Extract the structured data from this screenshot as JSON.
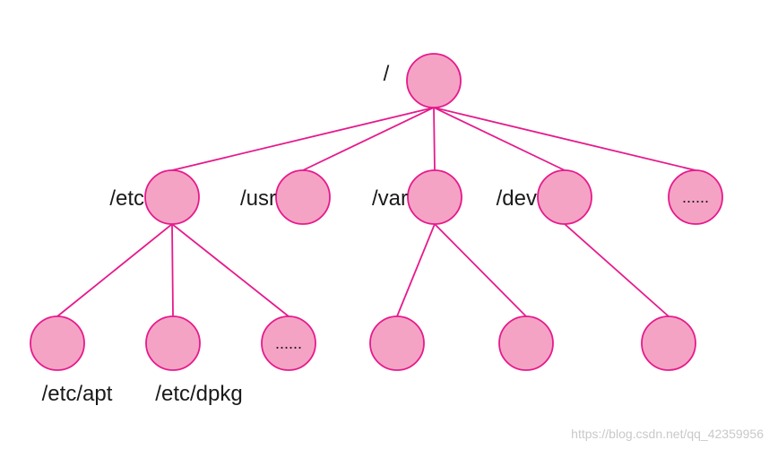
{
  "colors": {
    "node_fill": "#f4a3c5",
    "node_stroke": "#e61a8c",
    "edge": "#e61a8c",
    "text": "#1a1a1a",
    "watermark": "#c9c9c9"
  },
  "nodes": [
    {
      "id": "root",
      "label": "/"
    },
    {
      "id": "etc",
      "label": "/etc",
      "parent": "root"
    },
    {
      "id": "usr",
      "label": "/usr",
      "parent": "root"
    },
    {
      "id": "var",
      "label": "/var",
      "parent": "root"
    },
    {
      "id": "dev",
      "label": "/dev",
      "parent": "root"
    },
    {
      "id": "more1",
      "inner": "......",
      "parent": "root"
    },
    {
      "id": "apt",
      "label": "/etc/apt",
      "parent": "etc"
    },
    {
      "id": "dpkg",
      "label": "/etc/dpkg",
      "parent": "etc"
    },
    {
      "id": "more2",
      "inner": "......",
      "parent": "etc"
    },
    {
      "id": "var_c1",
      "parent": "var"
    },
    {
      "id": "var_c2",
      "parent": "var"
    },
    {
      "id": "dev_c1",
      "parent": "dev"
    }
  ],
  "watermark": "https://blog.csdn.net/qq_42359956"
}
